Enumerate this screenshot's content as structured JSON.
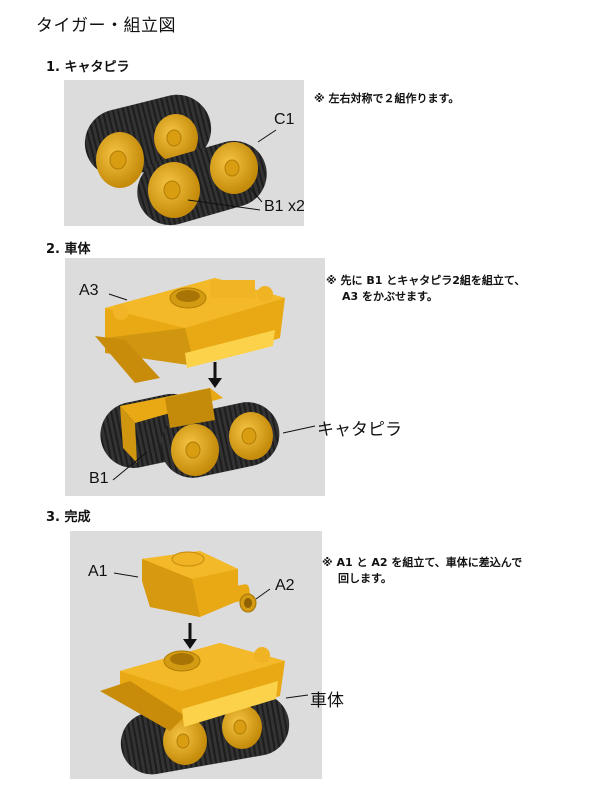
{
  "document": {
    "title": "タイガー・組立図"
  },
  "steps": [
    {
      "heading": "1. キャタピラ",
      "note_lines": [
        "※ 左右対称で２組作ります。"
      ],
      "part_labels": [
        "C1",
        "B1 x2"
      ]
    },
    {
      "heading": "2. 車体",
      "note_lines": [
        "※ 先に B1 とキャタピラ2組を組立て、",
        "A3 をかぶせます。"
      ],
      "part_labels": [
        "A3",
        "B1"
      ],
      "callout": "キャタピラ"
    },
    {
      "heading": "3. 完成",
      "note_lines": [
        "※ A1 と A2 を組立て、車体に差込んで",
        "回します。"
      ],
      "part_labels": [
        "A1",
        "A2"
      ],
      "callout": "車体"
    }
  ],
  "colors": {
    "panel_bg": "#dcdcdc",
    "part_yellow": "#f2b51c",
    "part_yellow_dark": "#c98f0a",
    "track_dark": "#2f2f2f"
  },
  "icons": {
    "arrow": "down-arrow-icon"
  }
}
